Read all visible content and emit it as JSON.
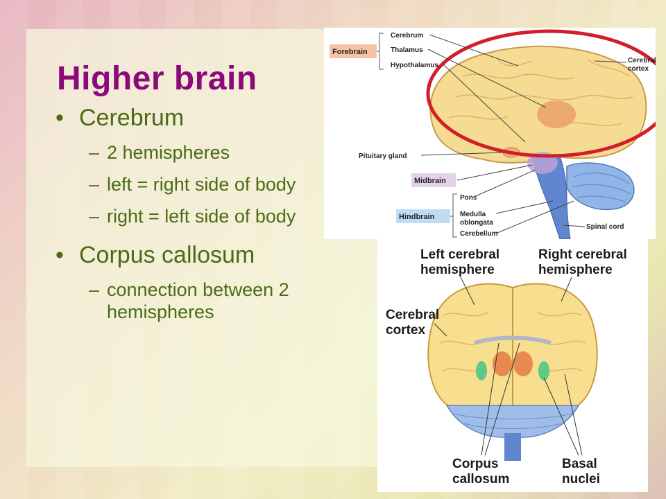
{
  "slide": {
    "title": "Higher brain",
    "bullets": [
      {
        "text": "Cerebrum",
        "subs": [
          "2 hemispheres",
          "left = right side of body",
          "right = left side of body"
        ]
      },
      {
        "text": "Corpus callosum",
        "subs": [
          "connection between 2 hemispheres"
        ]
      }
    ]
  },
  "figure1": {
    "group_forebrain": "Forebrain",
    "group_midbrain": "Midbrain",
    "group_hindbrain": "Hindbrain",
    "cerebrum": "Cerebrum",
    "thalamus": "Thalamus",
    "hypothalamus": "Hypothalamus",
    "cerebral_cortex_1": "Cerebral",
    "cerebral_cortex_2": "cortex",
    "pituitary": "Pituitary gland",
    "pons": "Pons",
    "medulla_1": "Medulla",
    "medulla_2": "oblongata",
    "cerebellum": "Cerebellum",
    "spinal_cord": "Spinal cord",
    "colors": {
      "forebrain": "#f6c3a4",
      "midbrain": "#e3d2ea",
      "hindbrain": "#bfdcf2",
      "circle": "#d11f2a"
    }
  },
  "figure2": {
    "left_hemi_1": "Left cerebral",
    "left_hemi_2": "hemisphere",
    "right_hemi_1": "Right cerebral",
    "right_hemi_2": "hemisphere",
    "cortex_1": "Cerebral",
    "cortex_2": "cortex",
    "corpus_1": "Corpus",
    "corpus_2": "callosum",
    "basal_1": "Basal",
    "basal_2": "nuclei"
  }
}
